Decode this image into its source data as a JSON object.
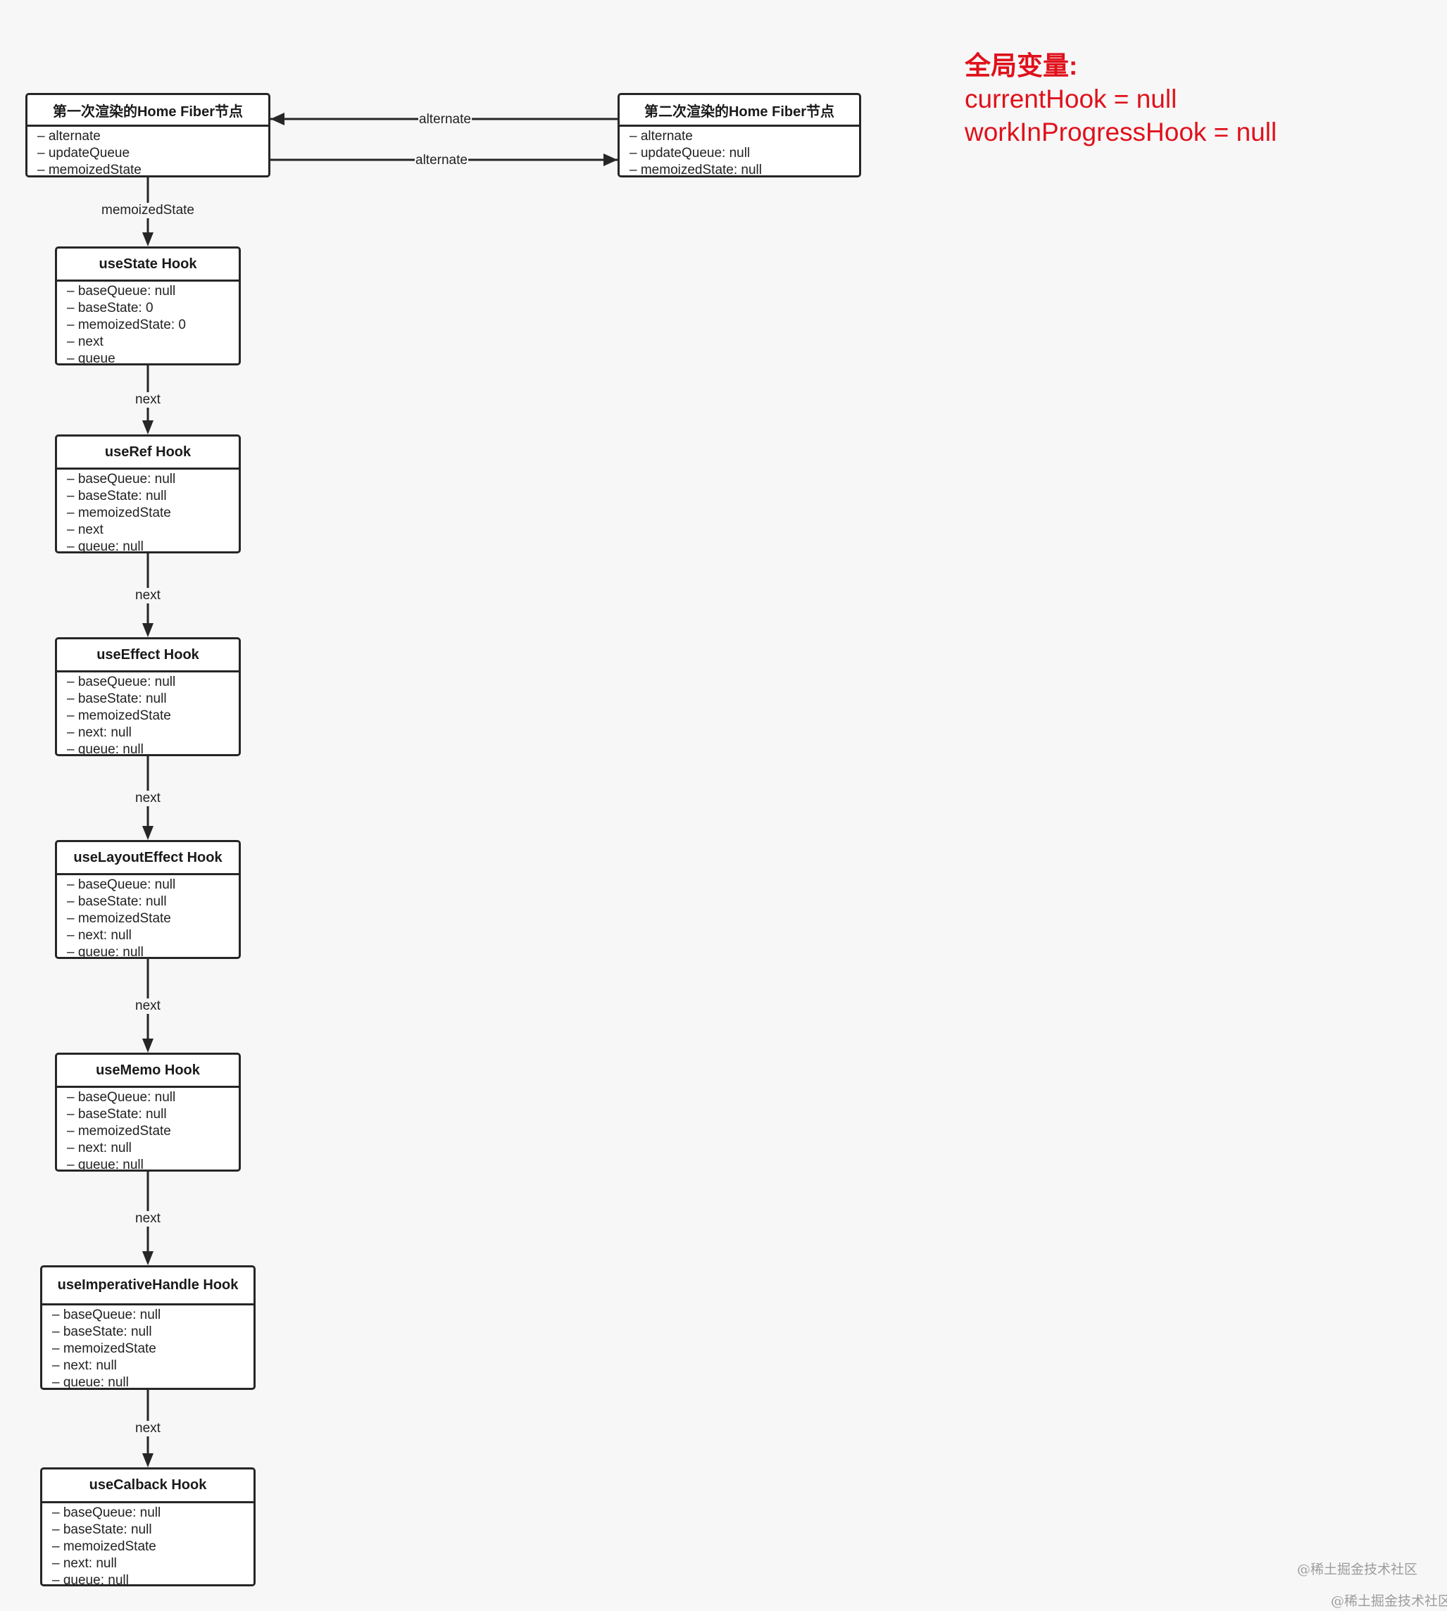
{
  "globals": {
    "title": "全局变量:",
    "lines": [
      "currentHook = null",
      "workInProgressHook = null"
    ],
    "color": "#e0111b"
  },
  "fibers": {
    "first": {
      "title": "第一次渲染的Home Fiber节点",
      "attributes": [
        "alternate",
        "updateQueue",
        "memoizedState"
      ]
    },
    "second": {
      "title": "第二次渲染的Home Fiber节点",
      "attributes": [
        "alternate",
        "updateQueue: null",
        "memoizedState: null"
      ]
    }
  },
  "alternate_labels": [
    "alternate",
    "alternate"
  ],
  "memoized_label": "memoizedState",
  "next_label": "next",
  "hooks": [
    {
      "title": "useState Hook",
      "attributes": [
        "baseQueue: null",
        "baseState: 0",
        "memoizedState: 0",
        "next",
        "queue"
      ]
    },
    {
      "title": "useRef Hook",
      "attributes": [
        "baseQueue: null",
        "baseState: null",
        "memoizedState",
        "next",
        "queue: null"
      ]
    },
    {
      "title": "useEffect Hook",
      "attributes": [
        "baseQueue: null",
        "baseState: null",
        "memoizedState",
        "next: null",
        "queue: null"
      ]
    },
    {
      "title": "useLayoutEffect Hook",
      "attributes": [
        "baseQueue: null",
        "baseState: null",
        "memoizedState",
        "next: null",
        "queue: null"
      ]
    },
    {
      "title": "useMemo Hook",
      "attributes": [
        "baseQueue: null",
        "baseState: null",
        "memoizedState",
        "next: null",
        "queue: null"
      ]
    },
    {
      "title": "useImperativeHandle Hook",
      "attributes": [
        "baseQueue: null",
        "baseState: null",
        "memoizedState",
        "next: null",
        "queue: null"
      ]
    },
    {
      "title": "useCalback Hook",
      "attributes": [
        "baseQueue: null",
        "baseState: null",
        "memoizedState",
        "next: null",
        "queue: null"
      ]
    }
  ],
  "watermarks": [
    "@稀土掘金技术社区",
    "@稀土掘金技术社区"
  ]
}
